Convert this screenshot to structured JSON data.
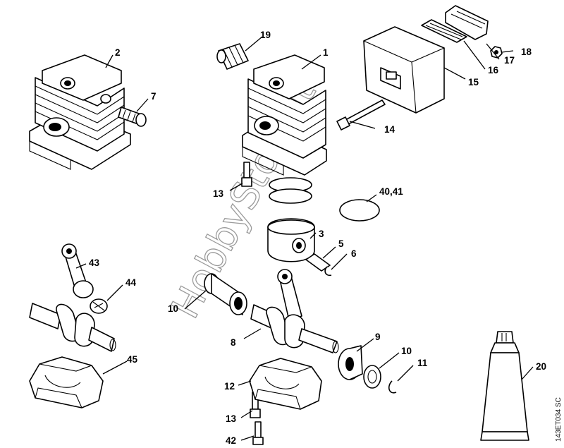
{
  "callouts": {
    "c1": "1",
    "c2": "2",
    "c3": "3",
    "c5": "5",
    "c6": "6",
    "c7": "7",
    "c8": "8",
    "c9": "9",
    "c10a": "10",
    "c10b": "10",
    "c11": "11",
    "c12": "12",
    "c13a": "13",
    "c13b": "13",
    "c14": "14",
    "c15": "15",
    "c16": "16",
    "c17": "17",
    "c18": "18",
    "c19": "19",
    "c20": "20",
    "c40": "40,41",
    "c42": "42",
    "c43": "43",
    "c44": "44",
    "c45": "45"
  },
  "watermark": "HobbyStore.it",
  "drawing_code": "143ET034 SC"
}
